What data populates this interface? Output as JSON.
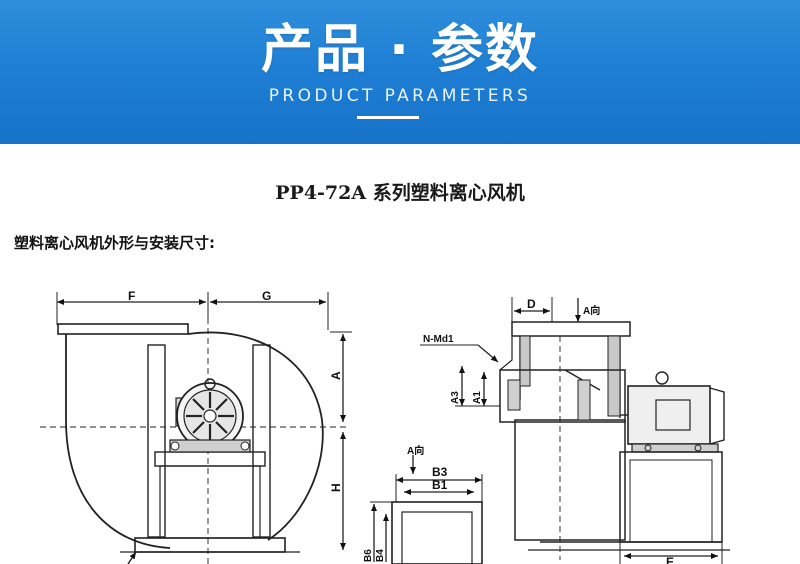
{
  "banner": {
    "title": "产品 · 参数",
    "subtitle": "PRODUCT PARAMETERS",
    "accent_color": "#1f7fd4"
  },
  "document": {
    "title": "PP4-72A 系列塑料离心风机",
    "section_label": "塑料离心风机外形与安装尺寸:"
  },
  "drawing": {
    "labels": {
      "F": "F",
      "G": "G",
      "A": "A",
      "H": "H",
      "D": "D",
      "A_dir": "A向",
      "A_dir_2": "A向",
      "N_Md1": "N-Md1",
      "A3": "A3",
      "A1": "A1",
      "B3": "B3",
      "B1": "B1",
      "B6": "B6",
      "B4": "B4",
      "E": "E"
    }
  }
}
